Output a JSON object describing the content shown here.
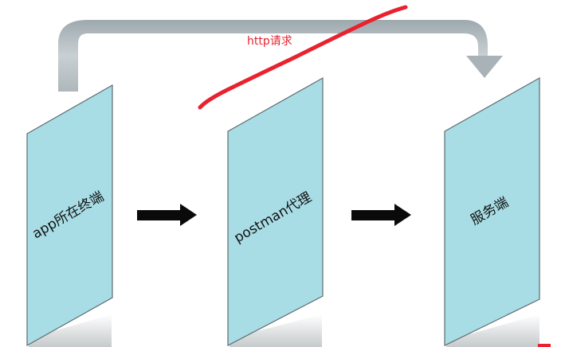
{
  "diagram": {
    "panels": [
      {
        "id": "client",
        "label": "app所在终端"
      },
      {
        "id": "proxy",
        "label": "postman代理"
      },
      {
        "id": "server",
        "label": "服务端"
      }
    ],
    "http_request": {
      "label": "http请求"
    },
    "colors": {
      "panel_fill": "#a8dde5",
      "panel_stroke": "#5f6b70",
      "arrow": "#0a0a0a",
      "curved_arrow": "#b9c2c6",
      "annotation": "#e8222e",
      "http_label": "#e8222e"
    }
  }
}
